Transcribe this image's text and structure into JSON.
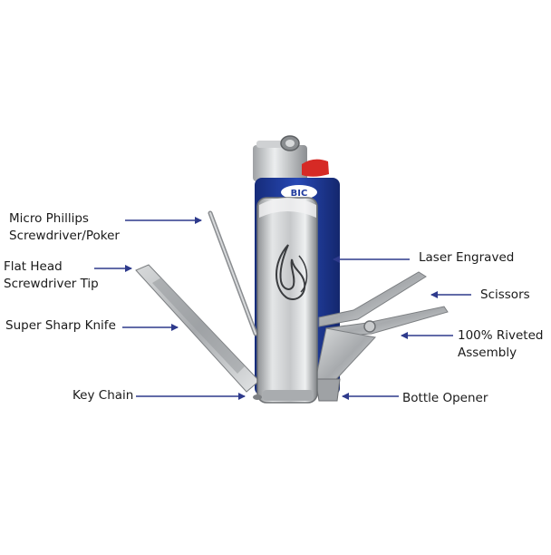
{
  "product": {
    "lighter_brand": "BIC"
  },
  "callouts": [
    {
      "id": "phillips",
      "text": "Micro Phillips\nScrewdriver/Poker"
    },
    {
      "id": "flathead",
      "text": "Flat Head\nScrewdriver Tip"
    },
    {
      "id": "knife",
      "text": "Super Sharp Knife"
    },
    {
      "id": "keychain",
      "text": "Key Chain"
    },
    {
      "id": "laser",
      "text": "Laser Engraved"
    },
    {
      "id": "scissors",
      "text": "Scissors"
    },
    {
      "id": "riveted",
      "text": "100% Riveted\nAssembly"
    },
    {
      "id": "bottle",
      "text": "Bottle Opener"
    }
  ],
  "colors": {
    "arrow": "#2e3a8c",
    "lighter_blue": "#1f3a9e",
    "lighter_red": "#d62a25",
    "steel": "#b9bcbe"
  }
}
